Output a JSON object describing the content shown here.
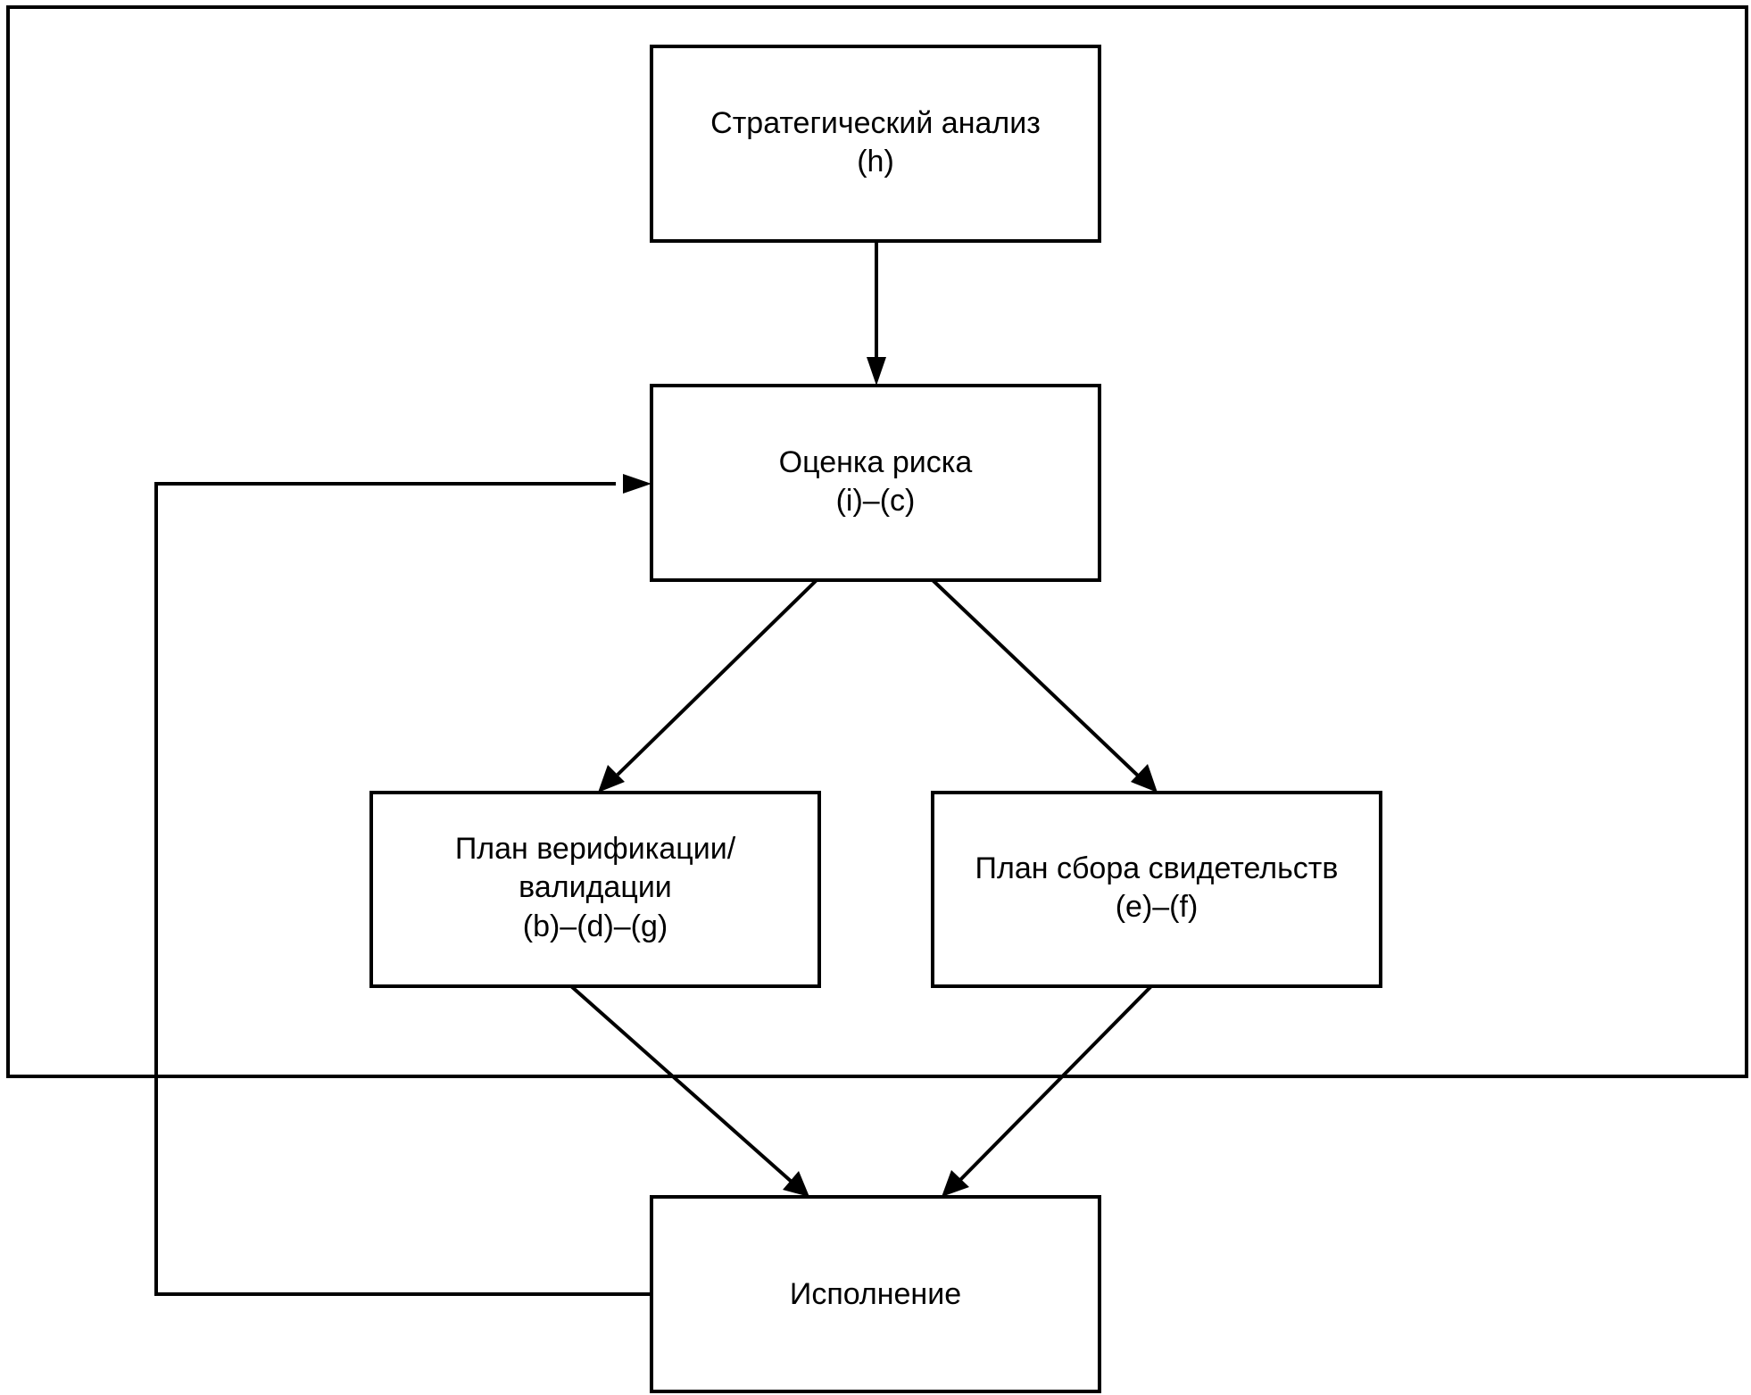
{
  "nodes": {
    "strategic": {
      "line1": "Стратегический анализ",
      "line2": "(h)"
    },
    "risk": {
      "line1": "Оценка риска",
      "line2": "(i)–(c)"
    },
    "verification": {
      "line1": "План верификации/",
      "line2": "валидации",
      "line3": "(b)–(d)–(g)"
    },
    "evidence": {
      "line1": "План сбора свидетельств",
      "line2": "(e)–(f)"
    },
    "execution": {
      "line1": "Исполнение"
    }
  }
}
